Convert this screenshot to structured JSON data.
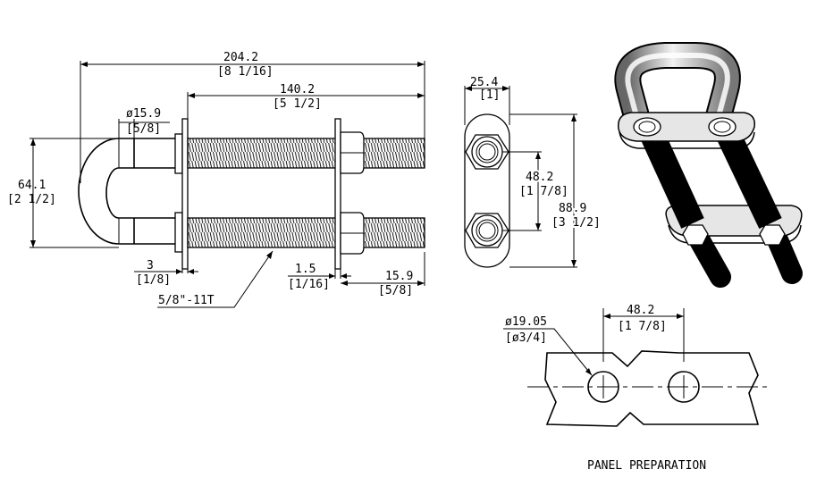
{
  "front_view": {
    "overall_length": "204.2",
    "overall_length_in": "[8 1/16]",
    "thread_length": "140.2",
    "thread_length_in": "[5 1/2]",
    "rod_dia": "ø15.9",
    "rod_dia_in": "[5/8]",
    "height": "64.1",
    "height_in": "[2 1/2]",
    "plate_thk": "3",
    "plate_thk_in": "[1/8]",
    "washer_thk": "1.5",
    "washer_thk_in": "[1/16]",
    "end_len": "15.9",
    "end_len_in": "[5/8]",
    "thread_spec": "5/8\"-11T"
  },
  "side_view": {
    "width": "25.4",
    "width_in": "[1]",
    "center_dist": "48.2",
    "center_dist_in": "[1 7/8]",
    "total_height": "88.9",
    "total_height_in": "[3 1/2]"
  },
  "panel": {
    "hole_dia": "ø19.05",
    "hole_dia_in": "[ø3/4]",
    "center_dist": "48.2",
    "center_dist_in": "[1 7/8]",
    "caption": "PANEL PREPARATION"
  }
}
